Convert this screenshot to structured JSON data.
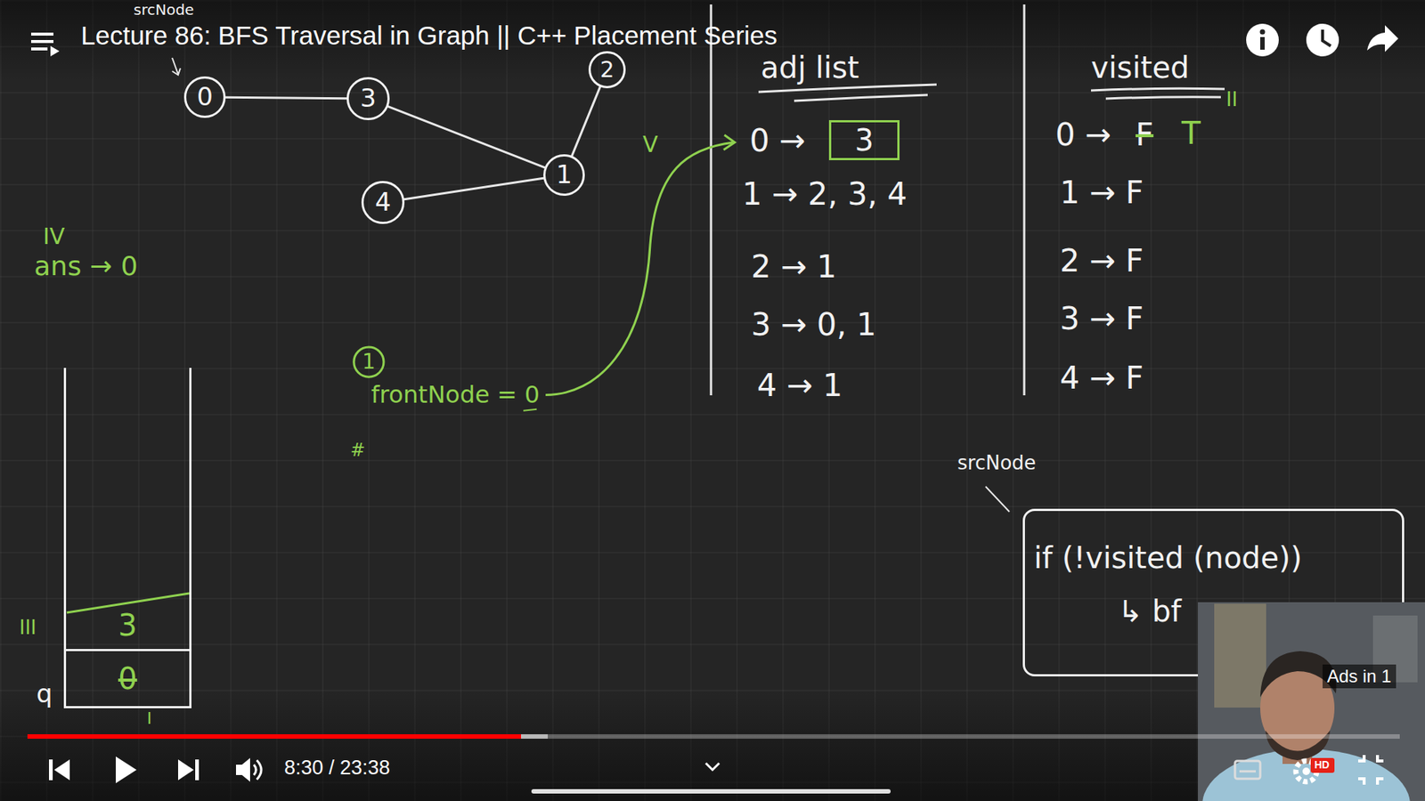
{
  "diagram": {
    "title": "Lecture 86: BFS Traversal in Graph || C++ Placement Series",
    "nodes": [
      {
        "text": [
          "0"
        ]
      },
      {
        "text": [
          "3"
        ]
      },
      {
        "text": [
          "2"
        ]
      },
      {
        "text": [
          "1"
        ]
      },
      {
        "text": [
          "4"
        ]
      },
      {
        "text": [
          "3"
        ]
      },
      {
        "text": [
          "q"
        ]
      },
      {
        "text": [
          "3"
        ],
        "in": 6
      },
      {
        "text": [
          "0"
        ],
        "in": 6
      },
      {
        "text": [
          "if (!visited (node))",
          "↳ bf"
        ]
      }
    ],
    "edges": [
      {
        "from": 0,
        "to": 1,
        "arrow": "none"
      },
      {
        "from": 1,
        "to": 3,
        "arrow": "none"
      },
      {
        "from": 2,
        "to": 3,
        "arrow": "none"
      },
      {
        "from": 4,
        "to": 3,
        "arrow": "none"
      }
    ],
    "labels": [
      "srcNode",
      "adj list",
      "0 →",
      "1 → 2, 3, 4",
      "2 → 1",
      "3 → 0, 1",
      "4 → 1",
      "visited",
      "0 →",
      "F",
      "T",
      "II",
      "1 → F",
      "2 → F",
      "3 → F",
      "4 → F",
      "IV",
      "ans → 0",
      "III",
      "I",
      "1",
      "frontNode = 0",
      "#",
      "V",
      "srcNode",
      "8:30 / 23:38",
      "Ads in 1",
      "HD"
    ]
  }
}
